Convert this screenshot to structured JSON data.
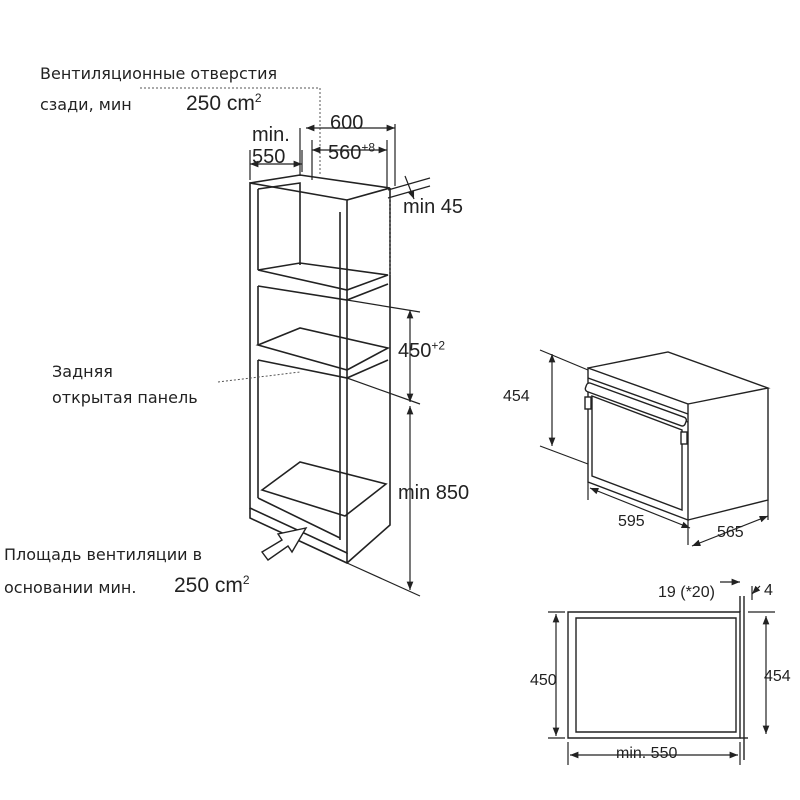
{
  "cabinet": {
    "vent_back_line1": "Вентиляционные отверстия",
    "vent_back_line2": "сзади, мин",
    "vent_back_area": "250 cm",
    "vent_back_area_sup": "2",
    "min_label": "min.",
    "depth_min": "550",
    "width_600": "600",
    "width_560": "560",
    "width_560_sup": "+8",
    "min_45": "min 45",
    "niche_450": "450",
    "niche_450_sup": "+2",
    "rear_panel_line1": "Задняя",
    "rear_panel_line2": "открытая панель",
    "min_850": "min 850",
    "vent_base_line1": "Площадь вентиляции в",
    "vent_base_line2": "основании мин.",
    "vent_base_area": "250 cm",
    "vent_base_area_sup": "2"
  },
  "oven": {
    "height_454": "454",
    "width_595": "595",
    "depth_565": "565"
  },
  "section": {
    "dim_19": "19 (*20)",
    "dim_4": "4",
    "height_450": "450",
    "height_454": "454",
    "depth_min_550": "min. 550"
  }
}
